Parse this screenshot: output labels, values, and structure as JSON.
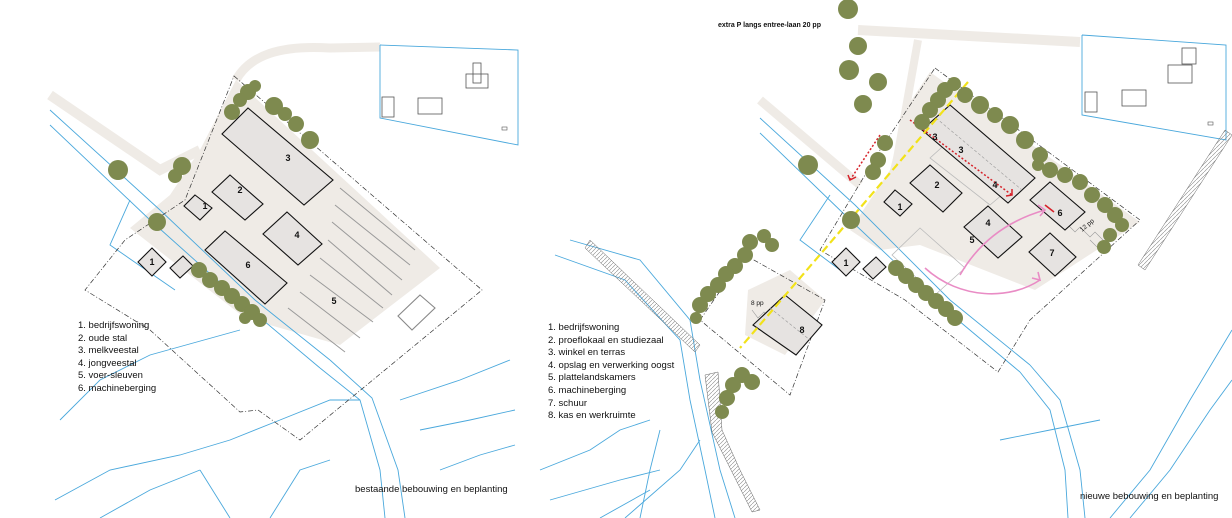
{
  "left_plan": {
    "legend": [
      "1. bedrijfswoning",
      "2. oude stal",
      "3. melkveestal",
      "4. jongveestal",
      "5. voer-sleuven",
      "6. machineberging"
    ],
    "caption": "bestaande bebouwing en beplanting",
    "building_numbers": [
      "1",
      "1",
      "2",
      "3",
      "4",
      "5",
      "6"
    ]
  },
  "right_plan": {
    "top_note": "extra P langs entree-laan 20 pp",
    "legend": [
      "1. bedrijfswoning",
      "2. proeflokaal en studiezaal",
      "3. winkel en terras",
      "4. opslag en verwerking oogst",
      "5. plattelandskamers",
      "6. machineberging",
      "7. schuur",
      "8. kas en werkruimte"
    ],
    "caption": "nieuwe bebouwing en beplanting",
    "parking_labels": [
      "8 pp",
      "12 pp"
    ],
    "building_numbers": [
      "1",
      "1",
      "2",
      "3",
      "3",
      "4",
      "4",
      "5",
      "6",
      "7",
      "8"
    ]
  },
  "colors": {
    "water": "#4aa8dc",
    "tree": "#7e8a4f",
    "ground": "#efebe6",
    "building_fill": "#e6e3e1",
    "axis": "#f2e21a",
    "route_red": "#d6222a",
    "route_pink": "#e98cc5"
  }
}
